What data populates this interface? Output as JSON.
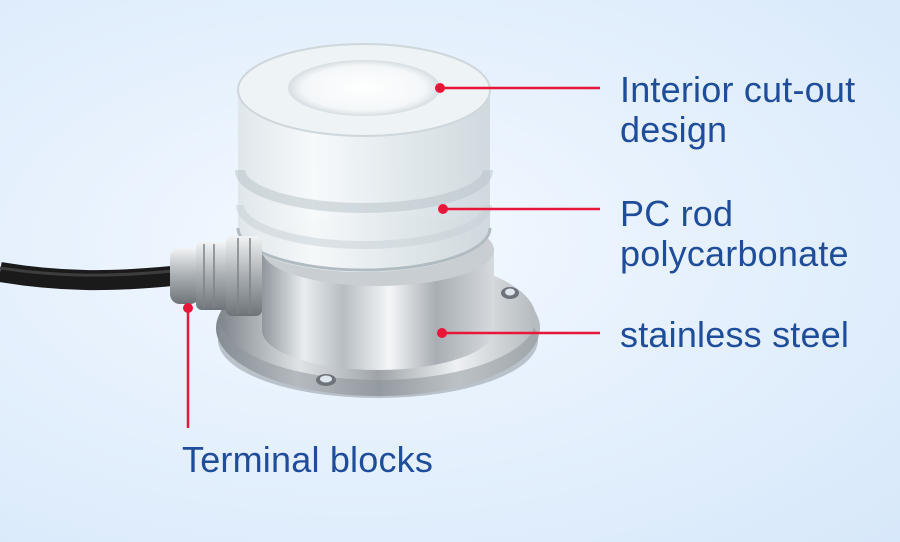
{
  "labels": {
    "interior_line1": "Interior cut-out",
    "interior_line2": "design",
    "pc_line1": "PC rod",
    "pc_line2": "polycarbonate",
    "steel": "stainless steel",
    "terminal": "Terminal blocks"
  },
  "colors": {
    "label_text": "#1f4d9a",
    "leader_line": "#e8173a",
    "background": "#e6f1fd"
  }
}
